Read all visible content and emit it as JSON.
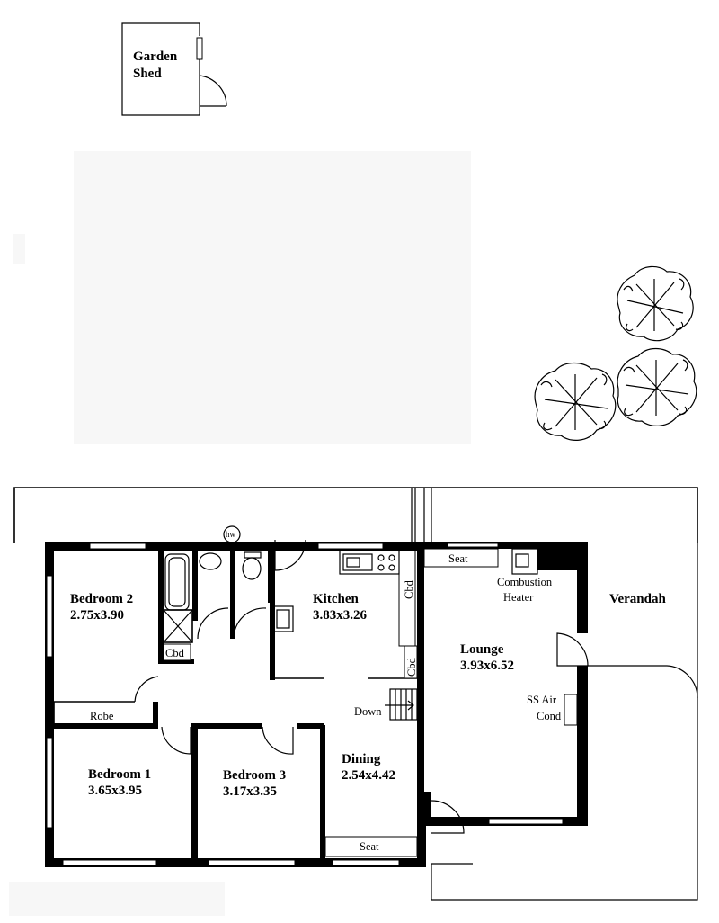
{
  "shed": {
    "line1": "Garden",
    "line2": "Shed"
  },
  "rooms": {
    "bed2_name": "Bedroom 2",
    "bed2_size": "2.75x3.90",
    "bed1_name": "Bedroom 1",
    "bed1_size": "3.65x3.95",
    "bed3_name": "Bedroom 3",
    "bed3_size": "3.17x3.35",
    "kitchen_name": "Kitchen",
    "kitchen_size": "3.83x3.26",
    "dining_name": "Dining",
    "dining_size": "2.54x4.42",
    "lounge_name": "Lounge",
    "lounge_size": "3.93x6.52",
    "verandah": "Verandah"
  },
  "fixtures": {
    "robe": "Robe",
    "cbd_bath": "Cbd",
    "cbd_kitchen_1": "Cbd",
    "cbd_kitchen_2": "Cbd",
    "seat_top": "Seat",
    "seat_bottom": "Seat",
    "down": "Down",
    "heater_1": "Combustion",
    "heater_2": "Heater",
    "aircond_1": "SS Air",
    "aircond_2": "Cond",
    "hw": "hw"
  }
}
